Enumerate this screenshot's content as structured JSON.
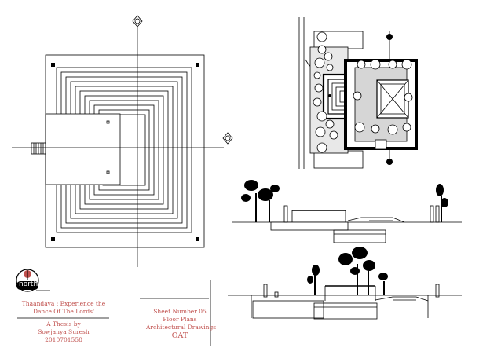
{
  "north": {
    "label": "north"
  },
  "title_block": {
    "title_line1": "Thaandava : Experience the",
    "title_line2": "Dance Of The Lords'",
    "author_line1": "A Thesis by",
    "author_line2": "Sowjanya Suresh",
    "author_line3": "2010701558"
  },
  "sheet_block": {
    "line1": "Sheet Number 05",
    "line2": "Floor Plans",
    "line3": "Architectural Drawings",
    "line4": "OAT"
  }
}
